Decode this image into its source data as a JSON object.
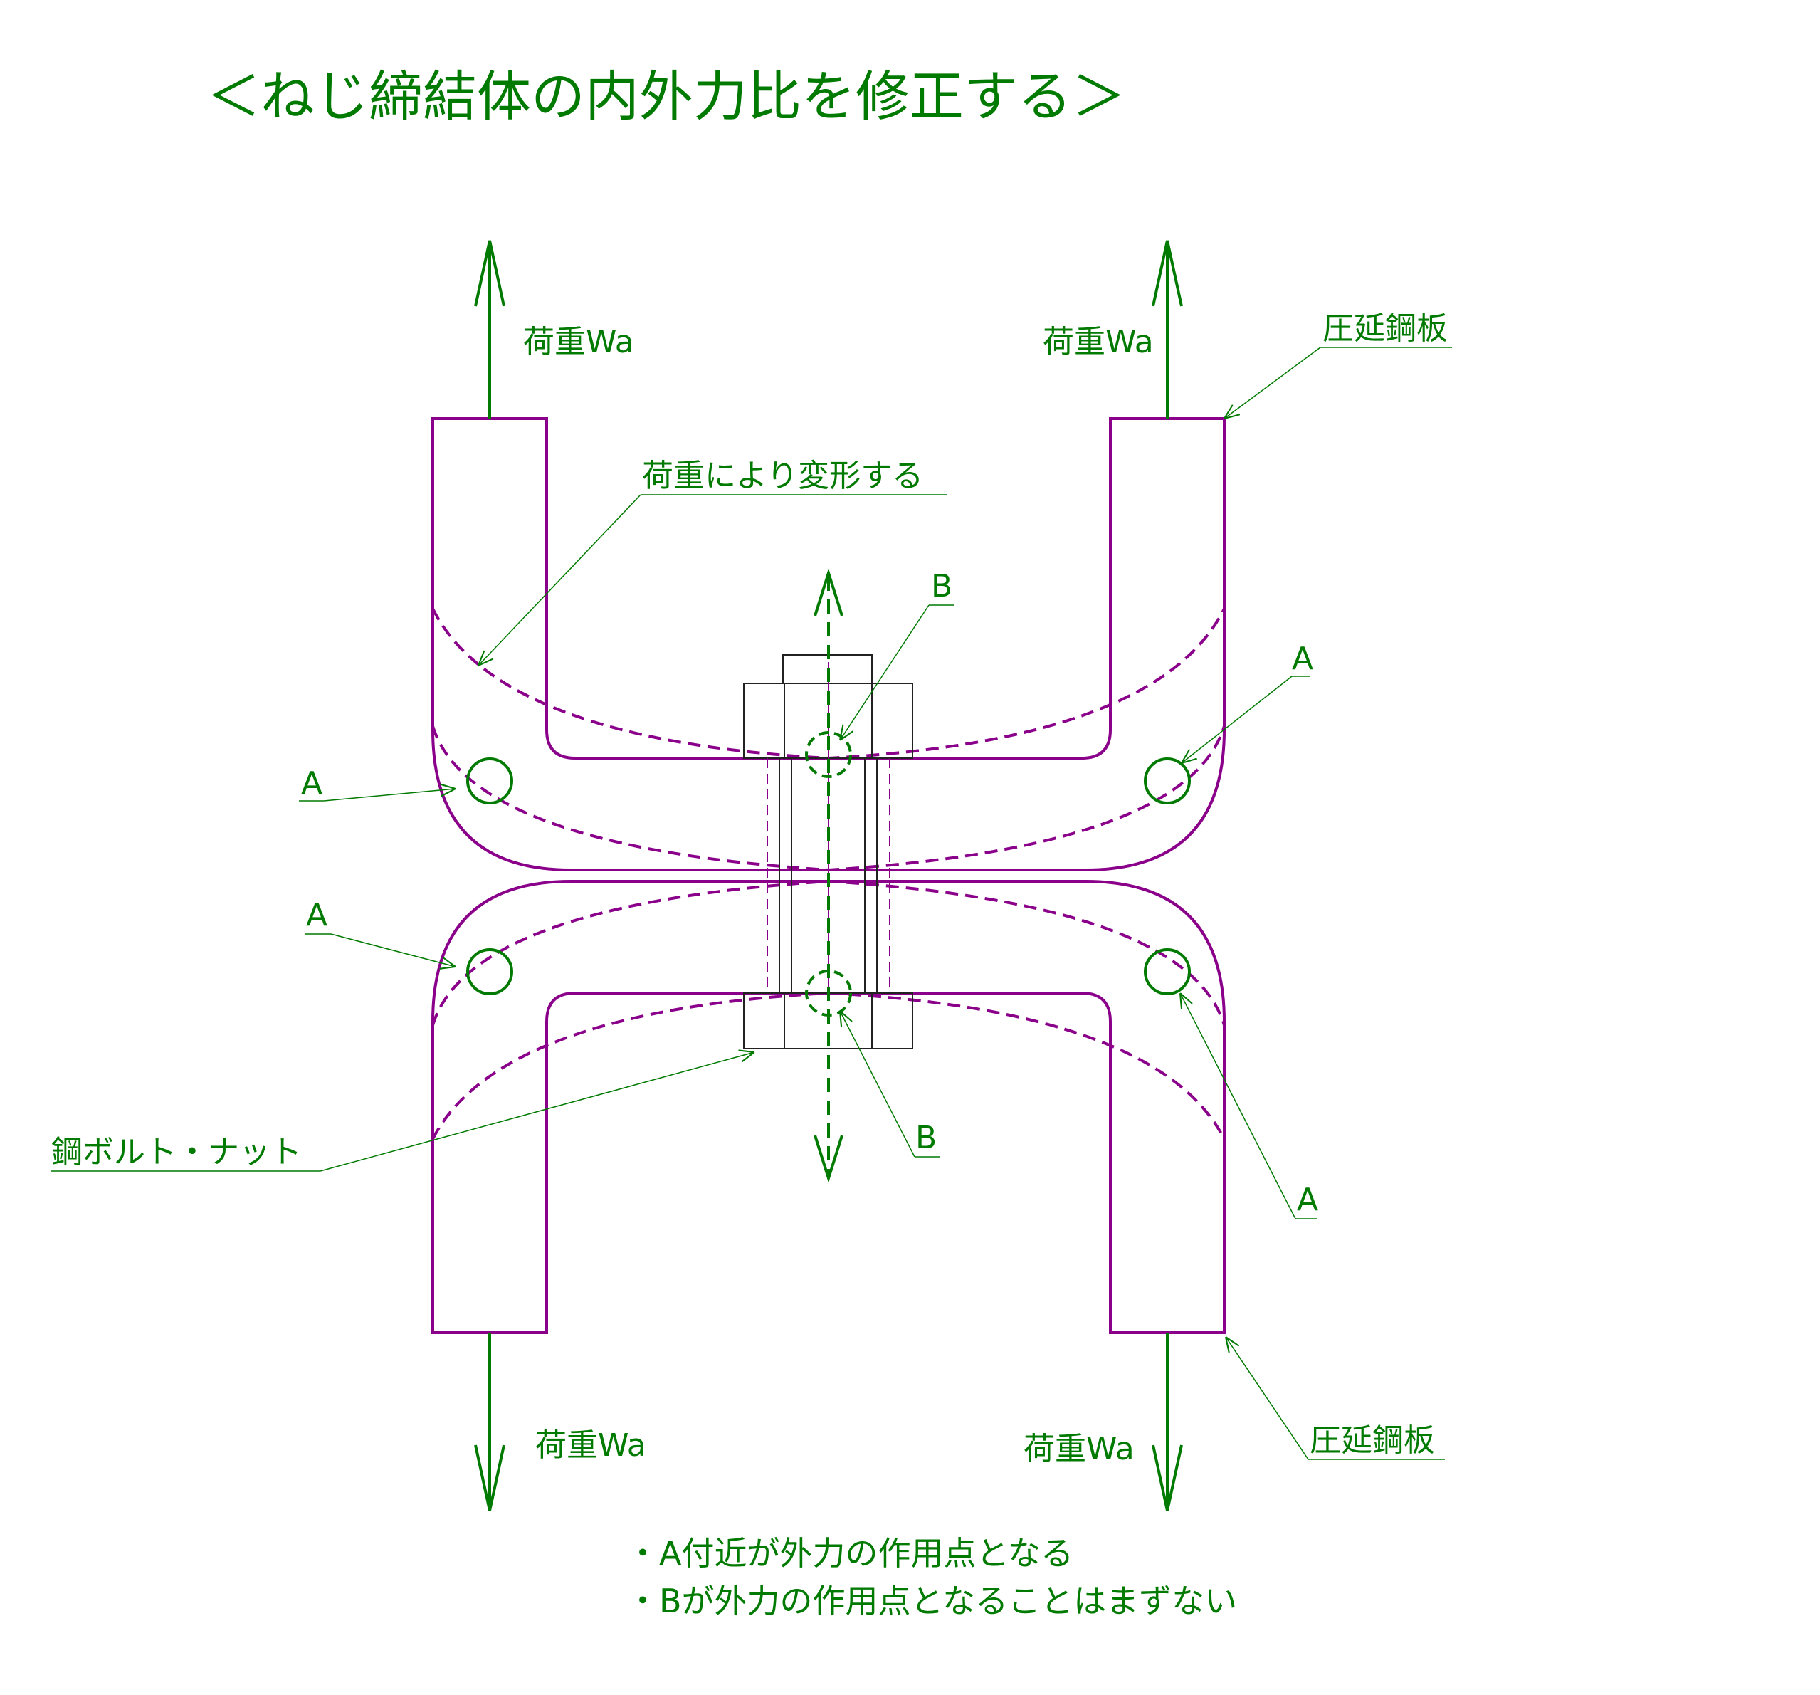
{
  "title": "＜ねじ締結体の内外力比を修正する＞",
  "labels": {
    "load": "荷重Wa",
    "plate": "圧延鋼板",
    "deform": "荷重により変形する",
    "bolt_nut": "鋼ボルト・ナット",
    "point_a": "A",
    "point_b": "B"
  },
  "notes": [
    "・A付近が外力の作用点となる",
    "・Bが外力の作用点となることはまずない"
  ],
  "colors": {
    "annotation": "#007a00",
    "plate": "#8a008a",
    "bolt": "#222222",
    "background": "#ffffff"
  },
  "icons": {
    "load_arrow": "arrow-icon",
    "point_marker": "circle-marker-icon"
  }
}
